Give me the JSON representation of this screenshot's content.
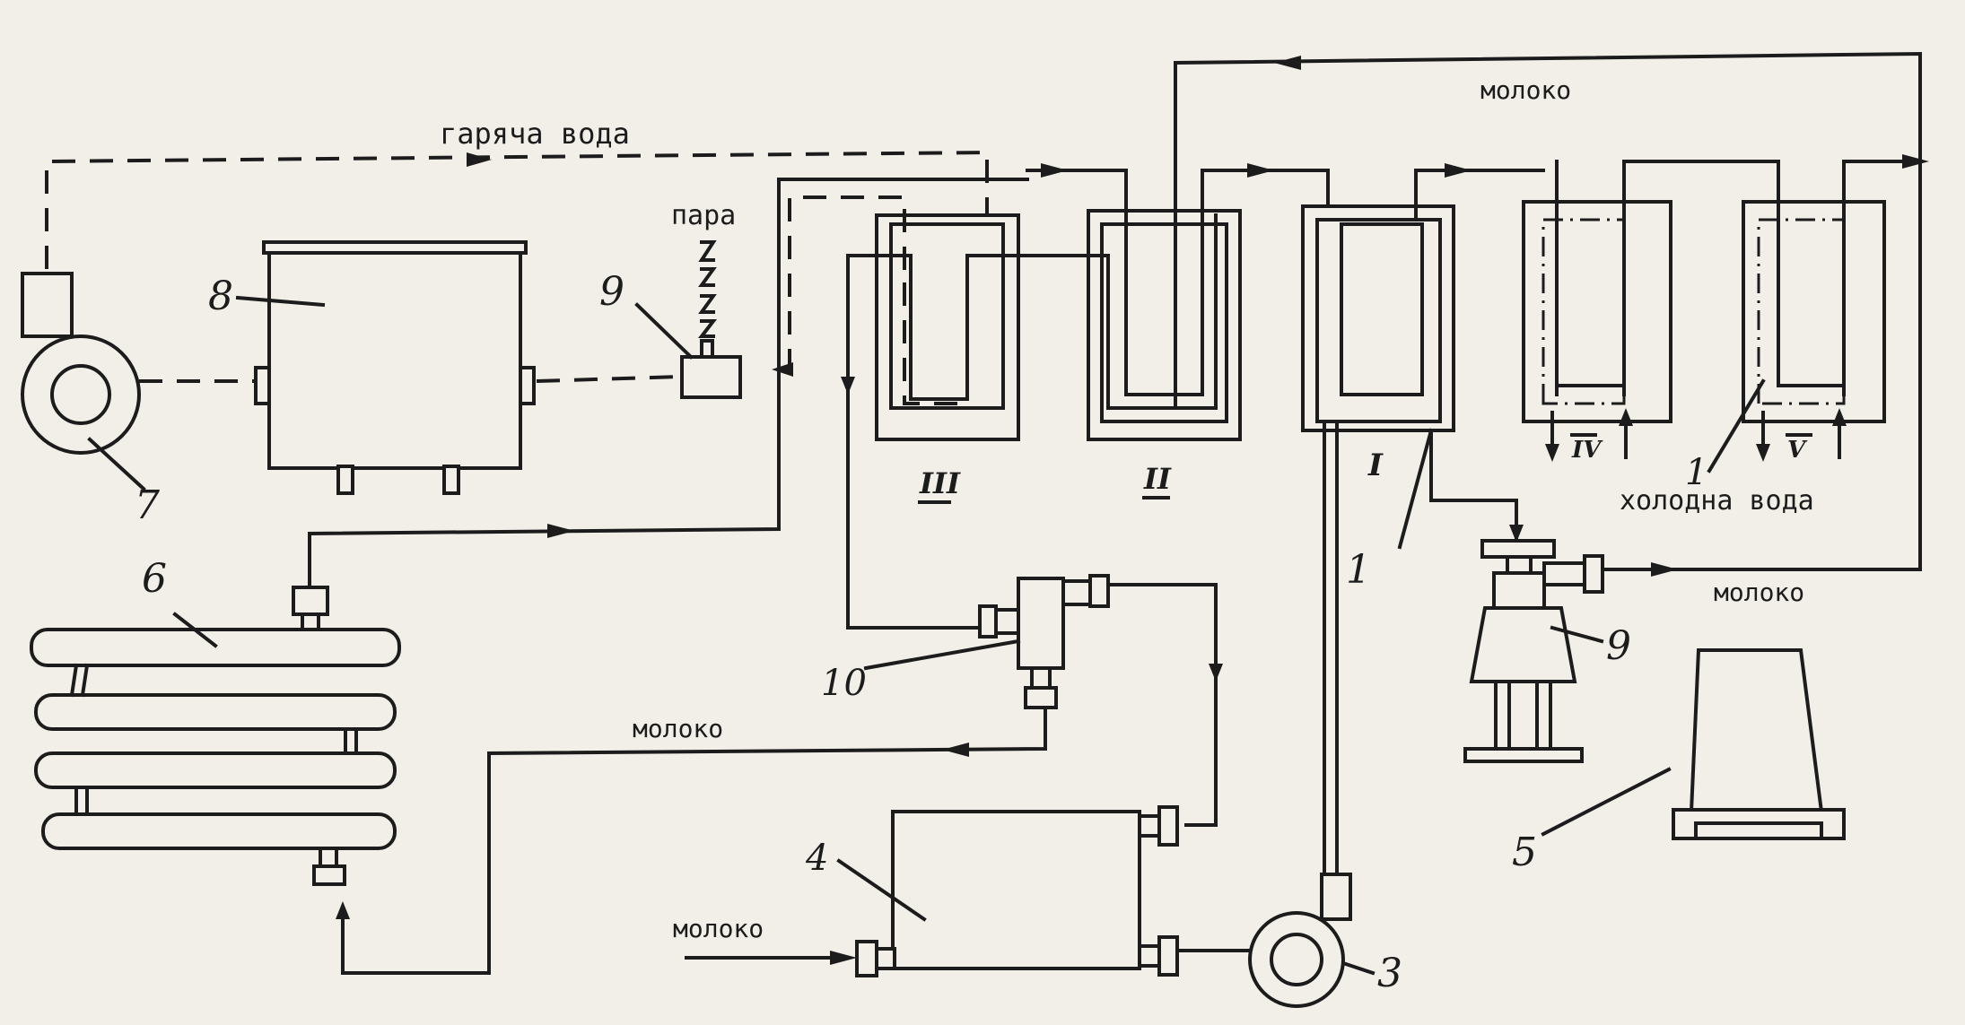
{
  "labels": {
    "hot_water": "гаряча вода",
    "steam": "пара",
    "milk_top": "молоко",
    "milk_right": "молоко",
    "milk_mid": "молоко",
    "milk_in": "молоко",
    "cold_water": "холодна вода"
  },
  "numbers": {
    "n7": "7",
    "n8": "8",
    "n9a": "9",
    "n6": "6",
    "n10": "10",
    "n4": "4",
    "n3": "3",
    "n1a": "1",
    "n1b": "1",
    "n9b": "9",
    "n5": "5"
  },
  "sections": [
    "III",
    "II",
    "I",
    "IV",
    "V"
  ]
}
